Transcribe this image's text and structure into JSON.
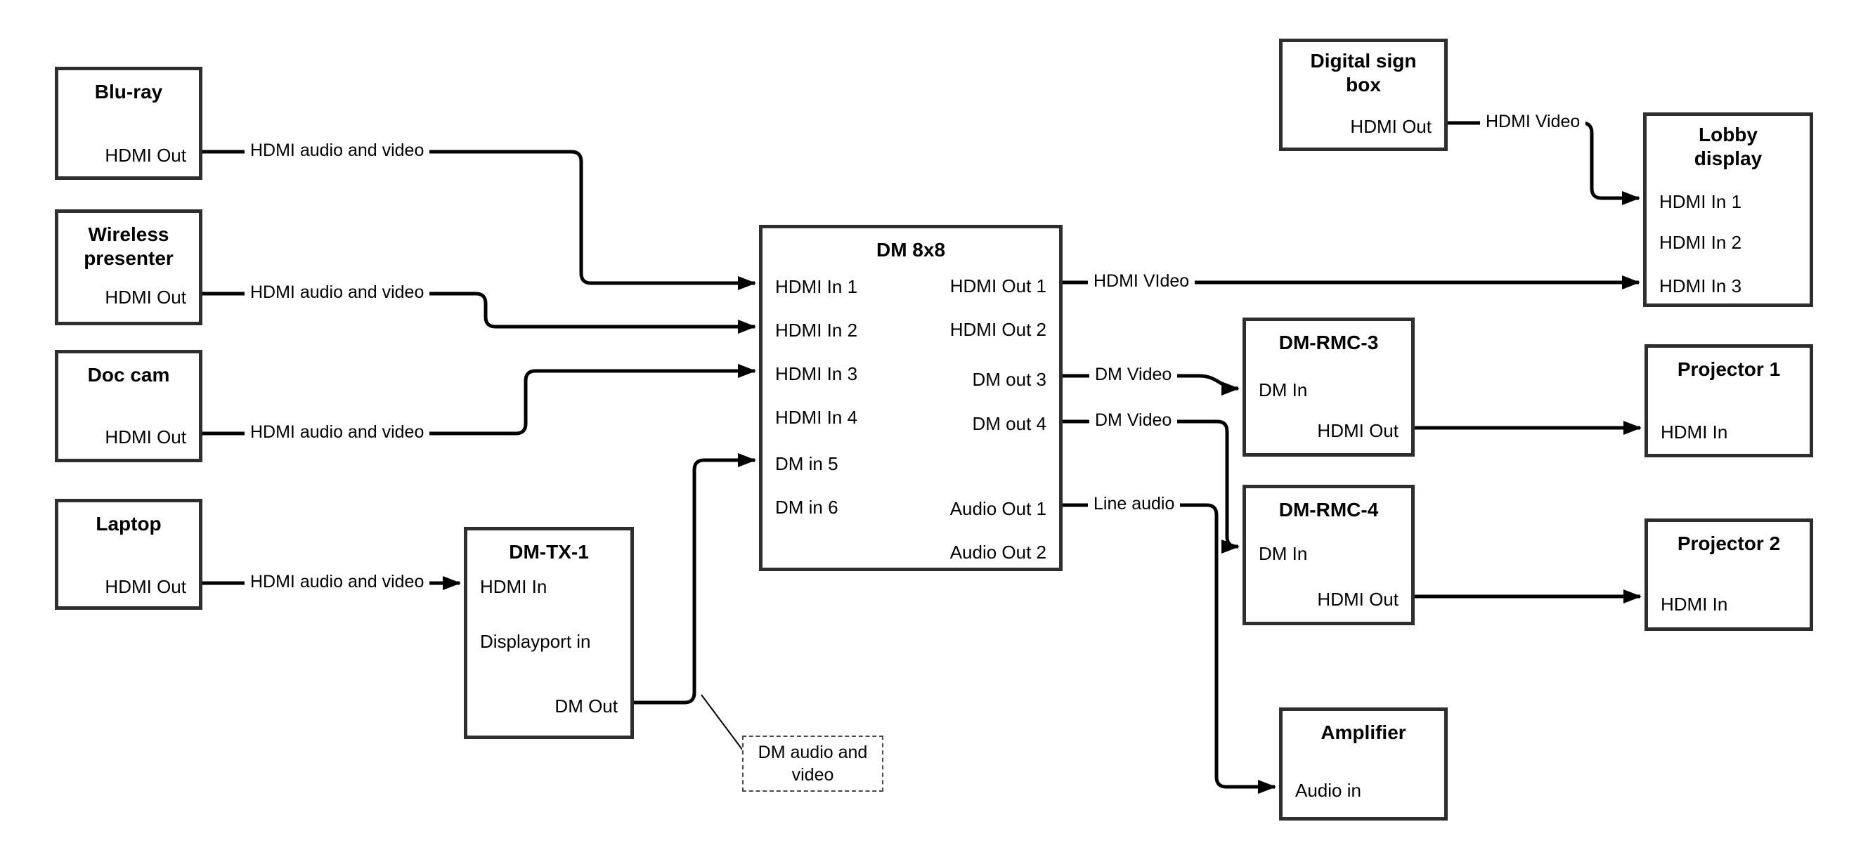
{
  "nodes": {
    "blu_ray": {
      "title": "Blu-ray",
      "port_hdmi_out": "HDMI Out"
    },
    "wireless_presenter": {
      "title": "Wireless presenter",
      "port_hdmi_out": "HDMI Out"
    },
    "doc_cam": {
      "title": "Doc cam",
      "port_hdmi_out": "HDMI Out"
    },
    "laptop": {
      "title": "Laptop",
      "port_hdmi_out": "HDMI Out"
    },
    "dm_tx1": {
      "title": "DM-TX-1",
      "port_hdmi_in": "HDMI In",
      "port_displayport_in": "Displayport in",
      "port_dm_out": "DM Out"
    },
    "dm_8x8": {
      "title": "DM 8x8",
      "inputs": [
        "HDMI In 1",
        "HDMI In 2",
        "HDMI In 3",
        "HDMI In 4",
        "DM in 5",
        "DM in 6"
      ],
      "outputs": [
        "HDMI Out 1",
        "HDMI Out 2",
        "DM out 3",
        "DM out 4",
        "Audio Out 1",
        "Audio Out 2"
      ]
    },
    "digital_sign_box": {
      "title": "Digital sign box",
      "port_hdmi_out": "HDMI Out"
    },
    "lobby_display": {
      "title": "Lobby display",
      "inputs": [
        "HDMI In 1",
        "HDMI In 2",
        "HDMI In 3"
      ]
    },
    "dm_rmc3": {
      "title": "DM-RMC-3",
      "port_dm_in": "DM In",
      "port_hdmi_out": "HDMI Out"
    },
    "dm_rmc4": {
      "title": "DM-RMC-4",
      "port_dm_in": "DM In",
      "port_hdmi_out": "HDMI Out"
    },
    "projector1": {
      "title": "Projector 1",
      "port_hdmi_in": "HDMI In"
    },
    "projector2": {
      "title": "Projector 2",
      "port_hdmi_in": "HDMI In"
    },
    "amplifier": {
      "title": "Amplifier",
      "port_audio_in": "Audio in"
    }
  },
  "connection_labels": {
    "blu_ray_to_dm": "HDMI audio and video",
    "wireless_to_dm": "HDMI audio and video",
    "doc_cam_to_dm": "HDMI audio and video",
    "laptop_to_tx": "HDMI audio and video",
    "dm_tx_callout": "DM audio and video",
    "hdmi_out_1": "HDMI VIdeo",
    "digital_sign_out": "HDMI Video",
    "dm_out_3": "DM Video",
    "dm_out_4": "DM Video",
    "audio_out_1": "Line audio"
  },
  "colors": {
    "line": "#000000",
    "box_border": "#2e2e2e",
    "background": "#ffffff",
    "text": "#000000"
  }
}
